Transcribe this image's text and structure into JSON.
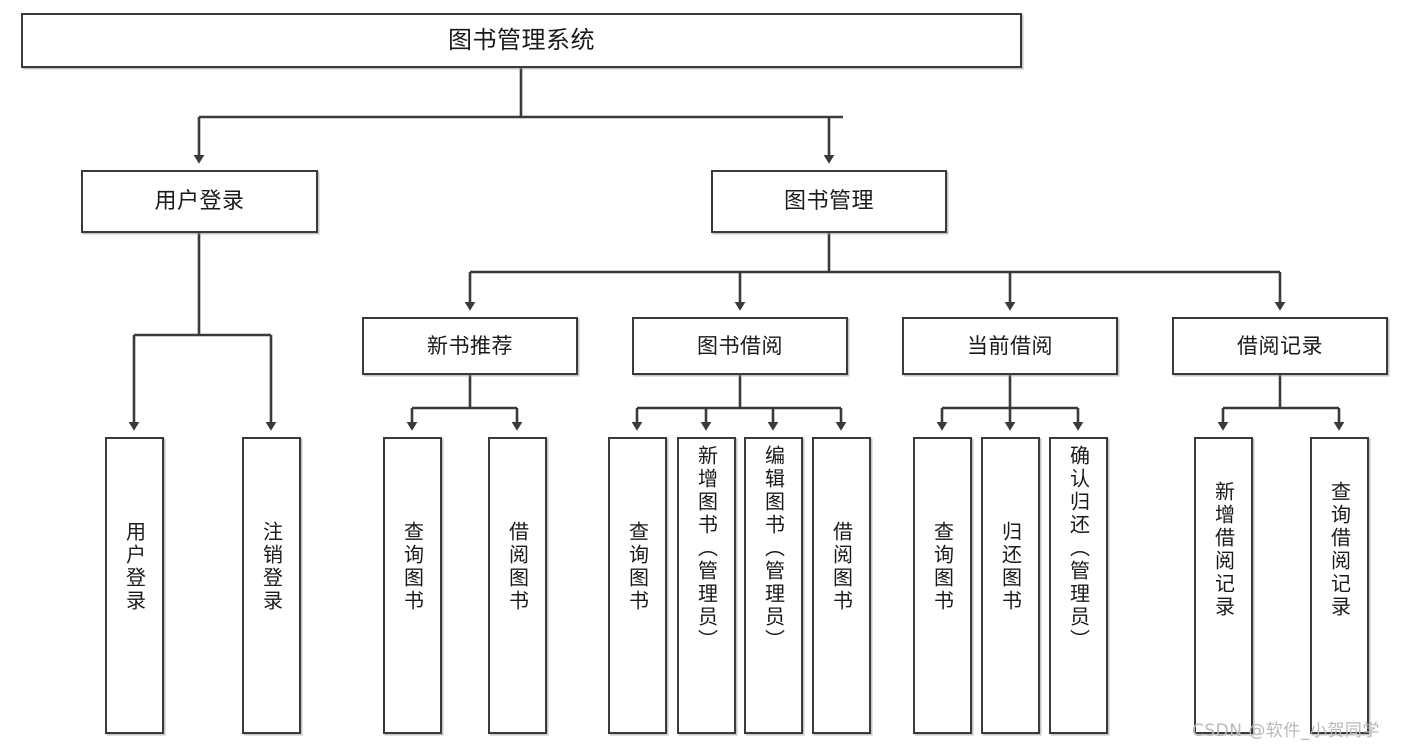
{
  "diagram": {
    "title": "图书管理系统",
    "watermark": "CSDN @软件_小贺同学",
    "line_color": "#3a3a3a",
    "box_fill": "#ffffff",
    "text_color": "#1a1a1a",
    "watermark_color": "#b9b9b9",
    "nodes": {
      "root": {
        "label": "图书管理系统"
      },
      "level1": [
        {
          "id": "user-login",
          "label": "用户登录"
        },
        {
          "id": "book-manage",
          "label": "图书管理"
        }
      ],
      "level2": [
        {
          "id": "new-book-recommend",
          "label": "新书推荐"
        },
        {
          "id": "book-borrow",
          "label": "图书借阅"
        },
        {
          "id": "current-borrow",
          "label": "当前借阅"
        },
        {
          "id": "borrow-record",
          "label": "借阅记录"
        }
      ],
      "leaves": {
        "user_login": [
          {
            "id": "leaf-user-login",
            "label": "用户登录"
          },
          {
            "id": "leaf-logout-login",
            "label": "注销登录"
          }
        ],
        "new_book_recommend": [
          {
            "id": "leaf-query-book-1",
            "label": "查询图书"
          },
          {
            "id": "leaf-borrow-book-1",
            "label": "借阅图书"
          }
        ],
        "book_borrow": [
          {
            "id": "leaf-query-book-2",
            "label": "查询图书"
          },
          {
            "id": "leaf-add-book",
            "label": "新增图书（管理员）"
          },
          {
            "id": "leaf-edit-book",
            "label": "编辑图书（管理员）"
          },
          {
            "id": "leaf-borrow-book-2",
            "label": "借阅图书"
          }
        ],
        "current_borrow": [
          {
            "id": "leaf-query-book-3",
            "label": "查询图书"
          },
          {
            "id": "leaf-return-book",
            "label": "归还图书"
          },
          {
            "id": "leaf-confirm-return",
            "label": "确认归还（管理员）"
          }
        ],
        "borrow_record": [
          {
            "id": "leaf-add-record",
            "label": "新增借阅记录"
          },
          {
            "id": "leaf-query-record",
            "label": "查询借阅记录"
          }
        ]
      }
    }
  }
}
